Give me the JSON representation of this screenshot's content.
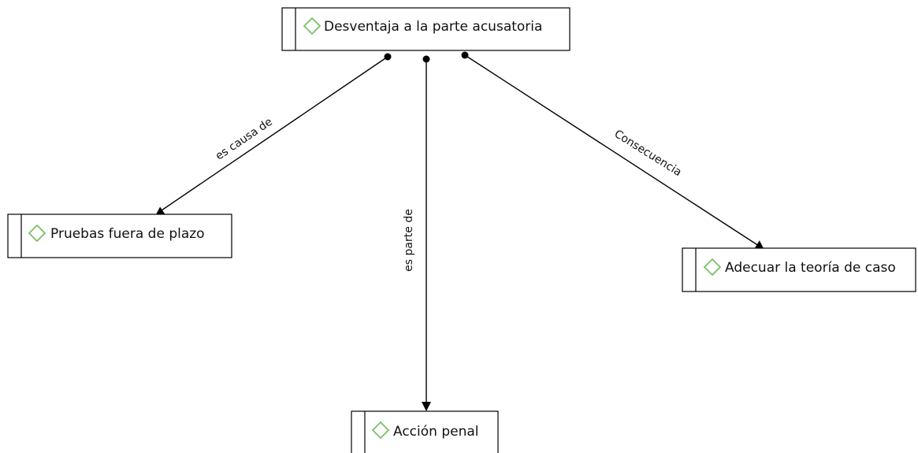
{
  "diagram": {
    "nodes": [
      {
        "id": "desventaja",
        "label": "Desventaja a la parte acusatoria",
        "icon": "diamond-icon"
      },
      {
        "id": "pruebas",
        "label": "Pruebas fuera de plazo",
        "icon": "diamond-icon"
      },
      {
        "id": "adecuar",
        "label": "Adecuar la teoría de caso",
        "icon": "diamond-icon"
      },
      {
        "id": "accion",
        "label": "Acción penal",
        "icon": "diamond-icon"
      }
    ],
    "edges": [
      {
        "from": "desventaja",
        "to": "pruebas",
        "label": "es causa de"
      },
      {
        "from": "desventaja",
        "to": "accion",
        "label": "es parte de"
      },
      {
        "from": "desventaja",
        "to": "adecuar",
        "label": "Consecuencia"
      }
    ],
    "colors": {
      "icon_stroke": "#7dbf6a",
      "line": "#000000",
      "box_border": "#000000"
    }
  }
}
